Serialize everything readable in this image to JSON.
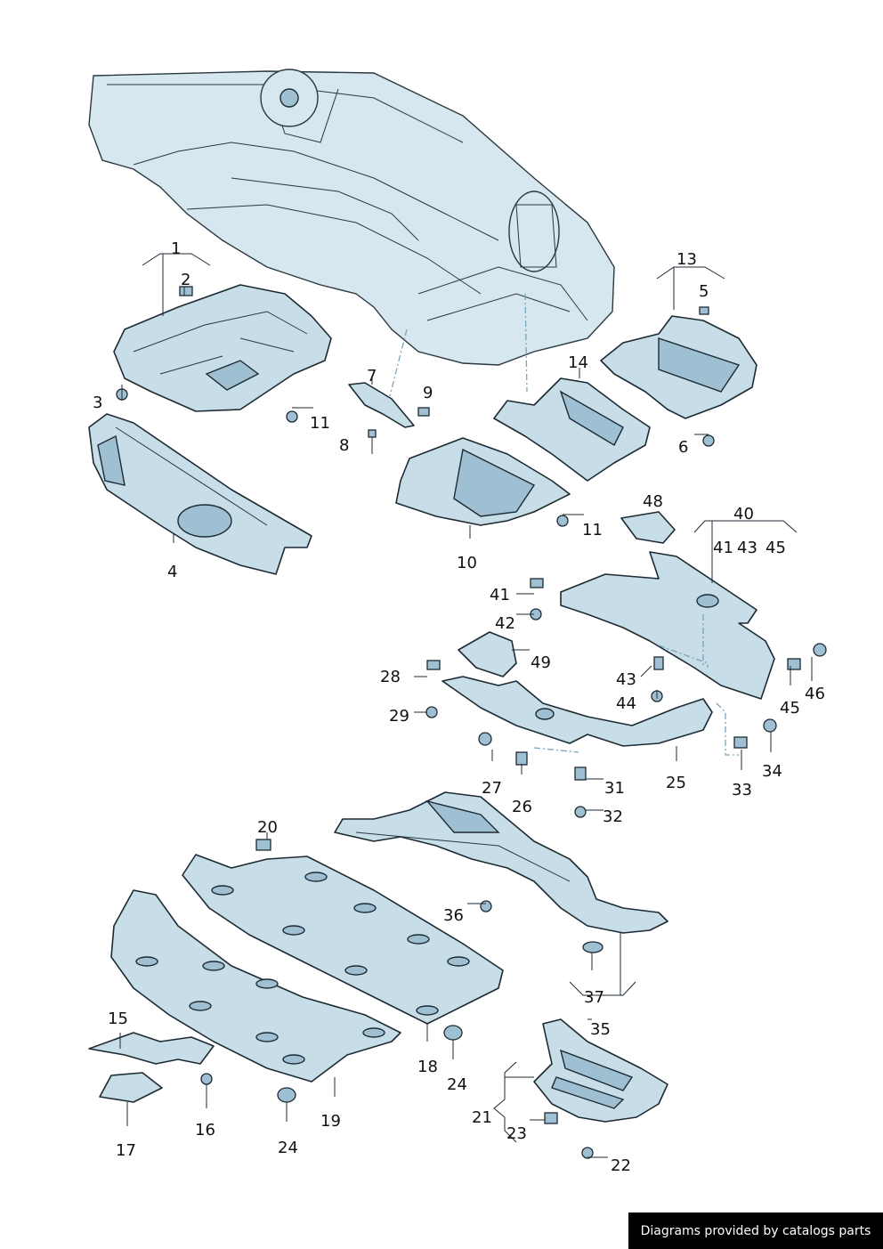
{
  "callouts": {
    "c1": "1",
    "c2": "2",
    "c3": "3",
    "c4": "4",
    "c5": "5",
    "c6": "6",
    "c7": "7",
    "c8": "8",
    "c9": "9",
    "c10": "10",
    "c11a": "11",
    "c11b": "11",
    "c13": "13",
    "c14": "14",
    "c15": "15",
    "c16": "16",
    "c17": "17",
    "c18": "18",
    "c19": "19",
    "c20": "20",
    "c21": "21",
    "c22": "22",
    "c23": "23",
    "c24a": "24",
    "c24b": "24",
    "c25": "25",
    "c26": "26",
    "c27": "27",
    "c28": "28",
    "c29": "29",
    "c31": "31",
    "c32": "32",
    "c33": "33",
    "c34": "34",
    "c35": "35",
    "c36": "36",
    "c37": "37",
    "c40": "40",
    "c41a": "41",
    "c41b": "41",
    "c42": "42",
    "c43a": "43",
    "c43b": "43",
    "c44": "44",
    "c45a": "45",
    "c45b": "45",
    "c46": "46",
    "c48": "48",
    "c49": "49"
  },
  "watermark": "Diagrams provided by catalogs parts",
  "colors": {
    "part_fill": "#c7dde8",
    "outline": "#1d2a33",
    "watermark_bg": "#000000"
  }
}
